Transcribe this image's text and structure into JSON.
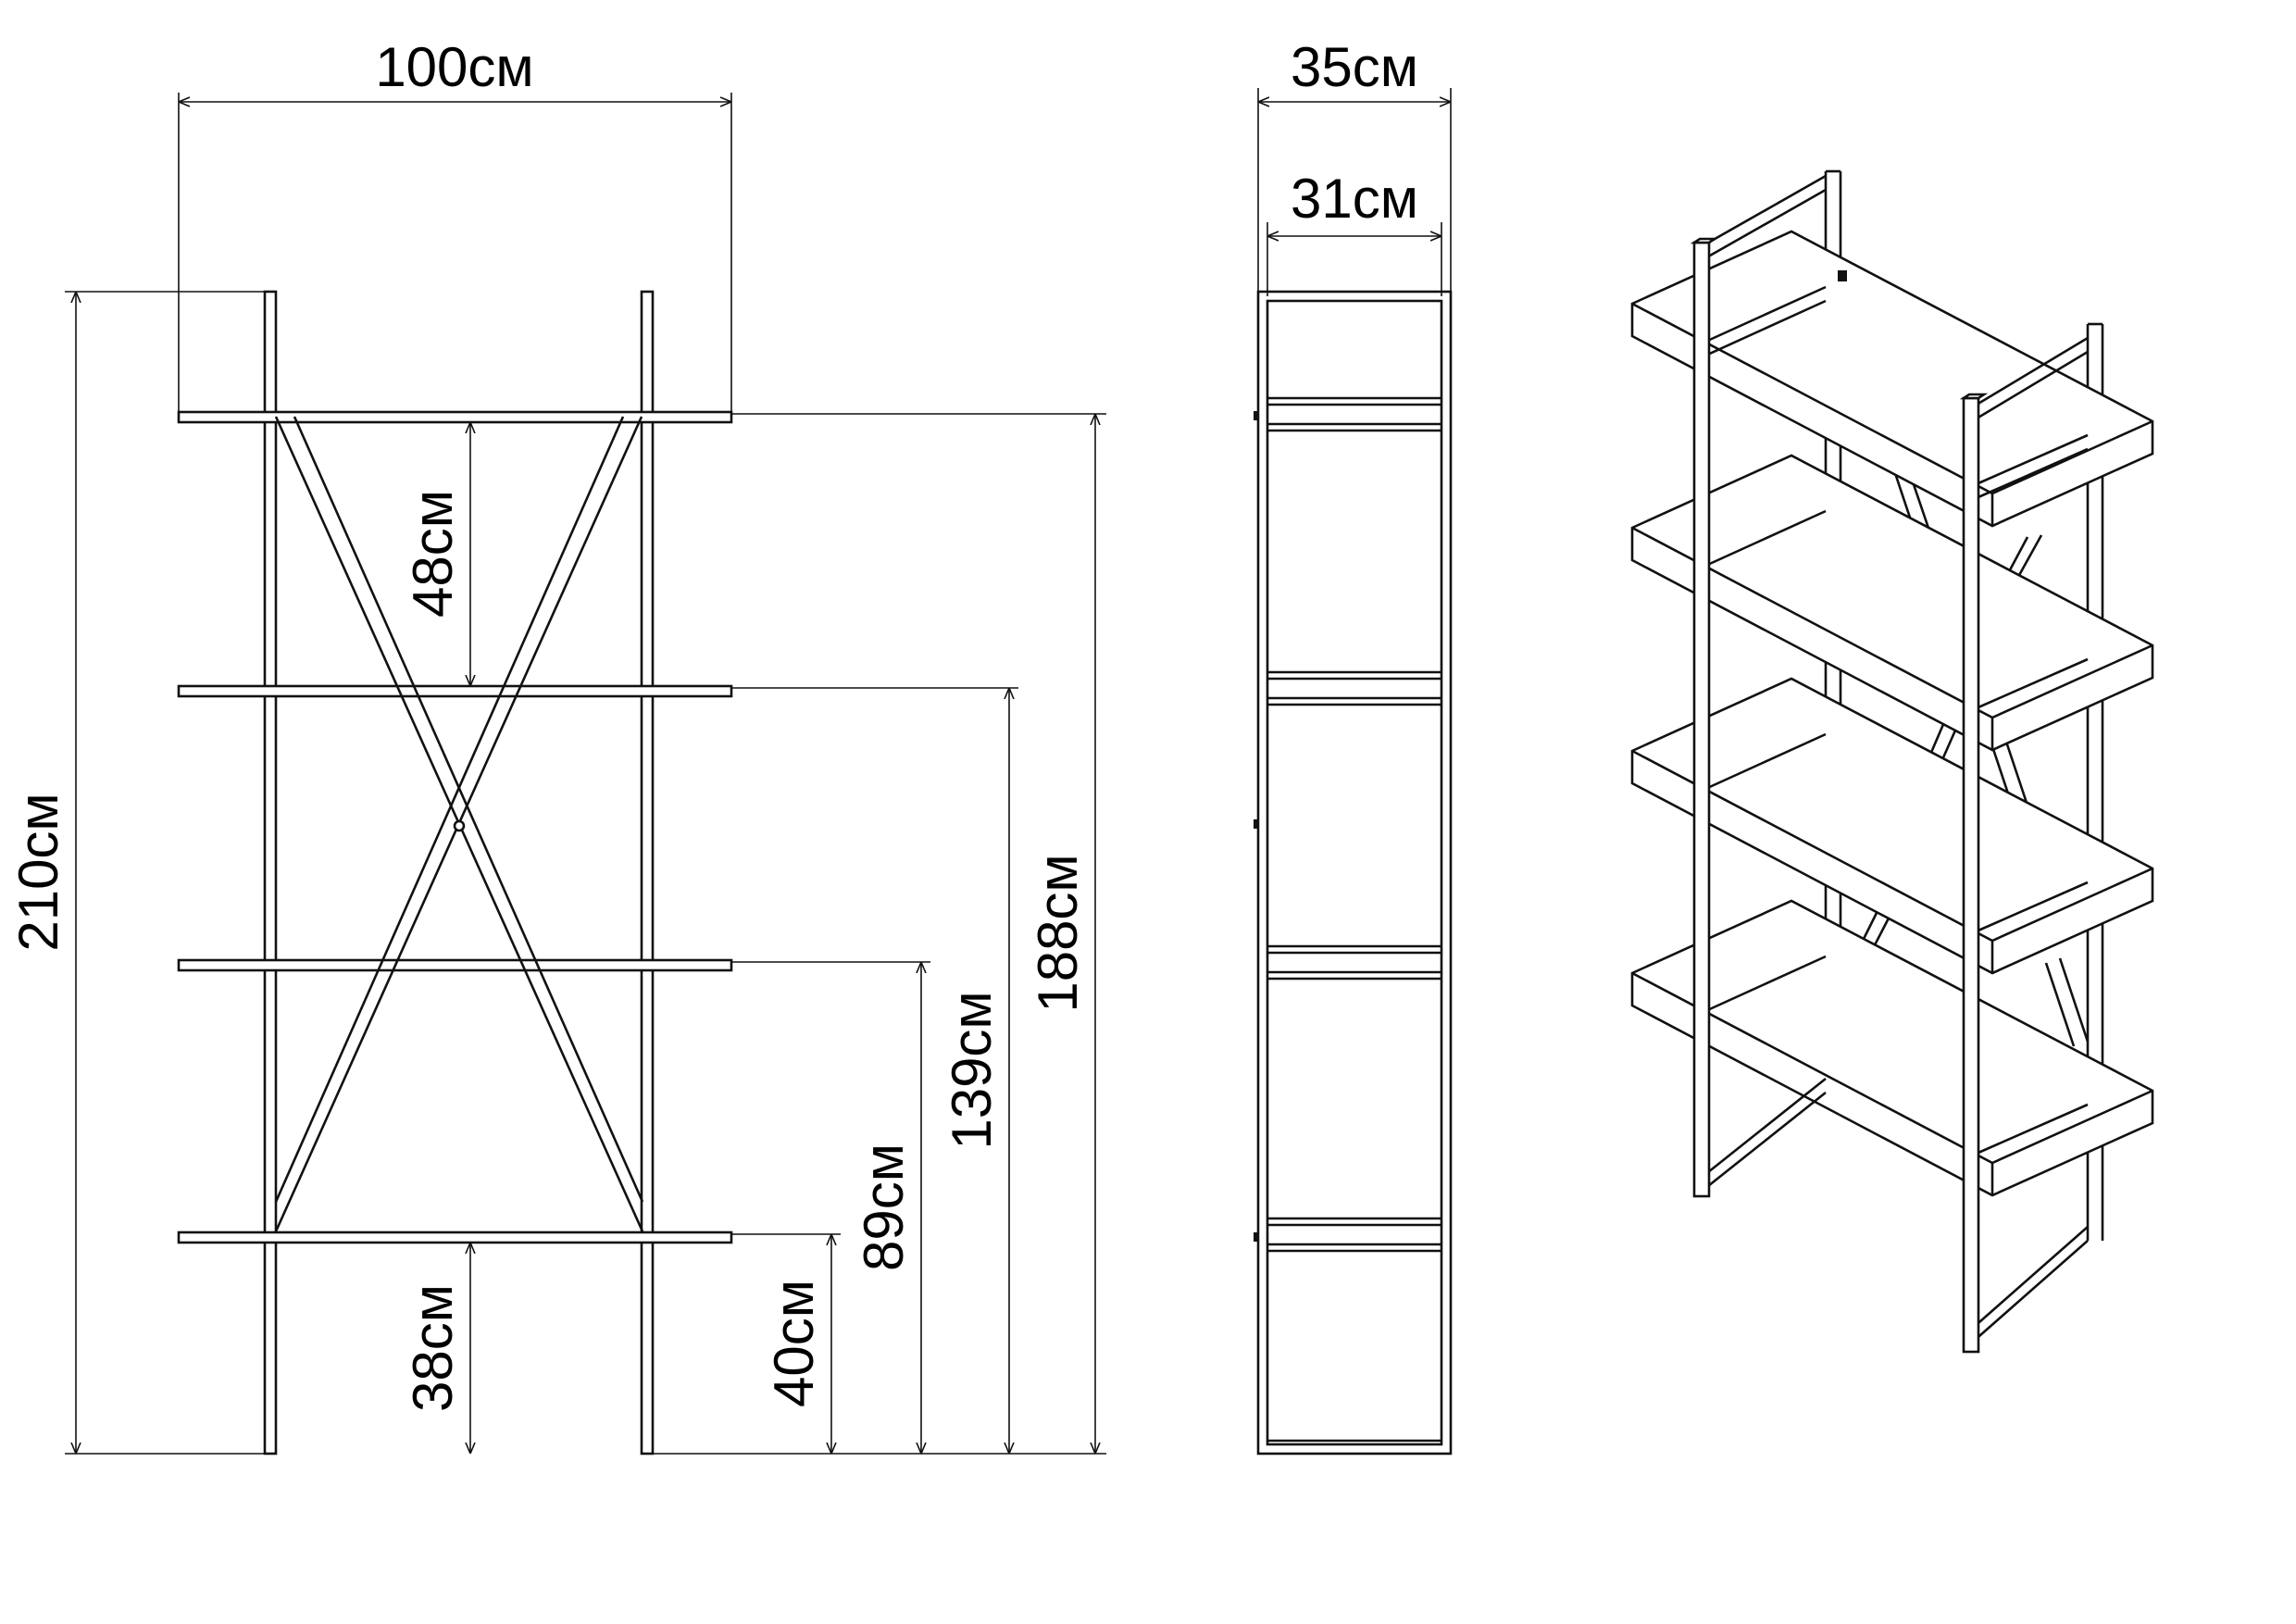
{
  "front_view": {
    "width_label": "100см",
    "total_height_label": "210см",
    "top_shelf_height_label": "188см",
    "third_shelf_height_label": "139см",
    "second_shelf_height_label": "89см",
    "bottom_shelf_height_label": "40см",
    "shelf_spacing_label": "48см",
    "floor_clearance_label": "38см"
  },
  "side_view": {
    "outer_depth_label": "35см",
    "inner_depth_label": "31см"
  },
  "isometric_view": {
    "shelf_count": 4
  }
}
